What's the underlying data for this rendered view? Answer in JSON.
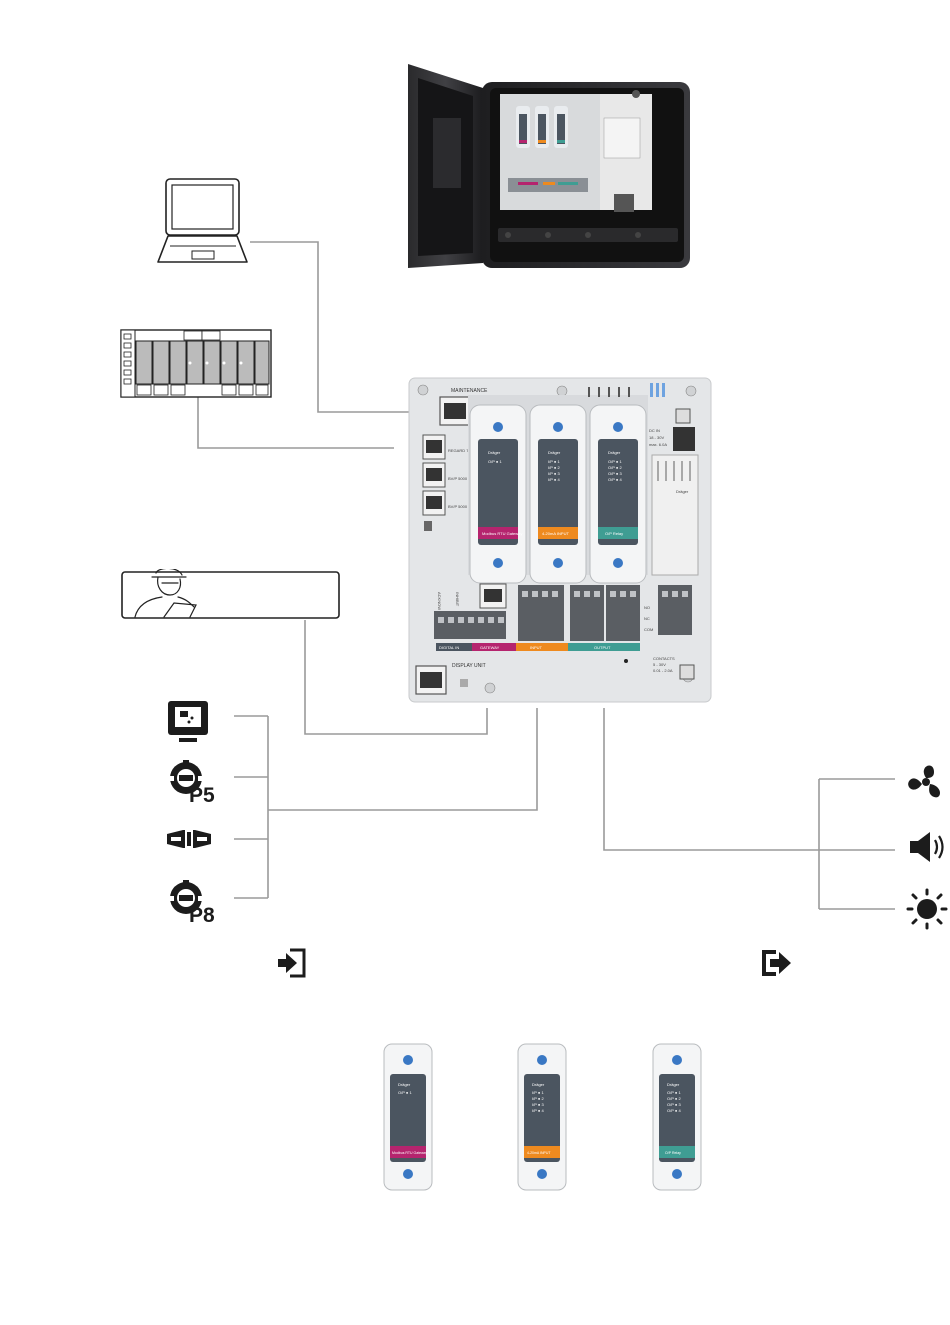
{
  "panel": {
    "maintenance": "MAINTENANCE",
    "regard_7000": "REGARD 7000",
    "bvp_5000_a": "BV/P 5000",
    "bvp_5000_b": "BV/P 5000",
    "acknowledge": "ACKNOW LEDGE",
    "inhibit": "INHIBIT",
    "digital_in": "DIGITAL IN",
    "display_unit": "DISPLAY UNIT",
    "dc_in": "DC IN",
    "dc_range": "18 - 30V",
    "dc_max": "max. 6.0A",
    "contacts": "CONTACTS",
    "contacts_v": "5 - 30V",
    "contacts_a": "0.01 - 2.0A",
    "no": "NO",
    "nc": "NC",
    "com": "COM",
    "gateway_label": "GATEWAY",
    "input_label": "INPUT",
    "output_label": "OUTPUT",
    "brand": "Dräger",
    "ps_brand": "Dräger"
  },
  "modules": [
    {
      "brand": "Dräger",
      "lines": [
        "O/P ● 1"
      ],
      "label": "Modbus RTU Gateway",
      "color": "#b5246e"
    },
    {
      "brand": "Dräger",
      "lines": [
        "I/P ● 1",
        "I/P ● 2",
        "I/P ● 3",
        "I/P ● 4"
      ],
      "label": "4-20mA INPUT",
      "color": "#ee8a1f"
    },
    {
      "brand": "Dräger",
      "lines": [
        "O/P ● 1",
        "O/P ● 2",
        "O/P ● 3",
        "O/P ● 4"
      ],
      "label": "O/P Relay",
      "color": "#3f9d93"
    }
  ],
  "inputs": {
    "p5_label": "P5",
    "p8_label": "P8"
  },
  "icons": {
    "laptop": "laptop-icon",
    "plc": "plc-rack-icon",
    "technician": "technician-icon",
    "display": "display-unit-icon",
    "p5": "sensor-p5-icon",
    "beam": "beam-detector-icon",
    "p8": "sensor-p8-icon",
    "fan": "fan-icon",
    "horn": "horn-icon",
    "light": "beacon-light-icon",
    "input_arrow": "input-arrow-icon",
    "output_arrow": "output-arrow-icon"
  },
  "colors": {
    "line": "#9a9a9a",
    "module_body": "#4b5560",
    "panel": "#e4e6e8",
    "gateway": "#b5246e",
    "input": "#ee8a1f",
    "output": "#3f9d93",
    "screw_blue": "#3a78c4"
  }
}
